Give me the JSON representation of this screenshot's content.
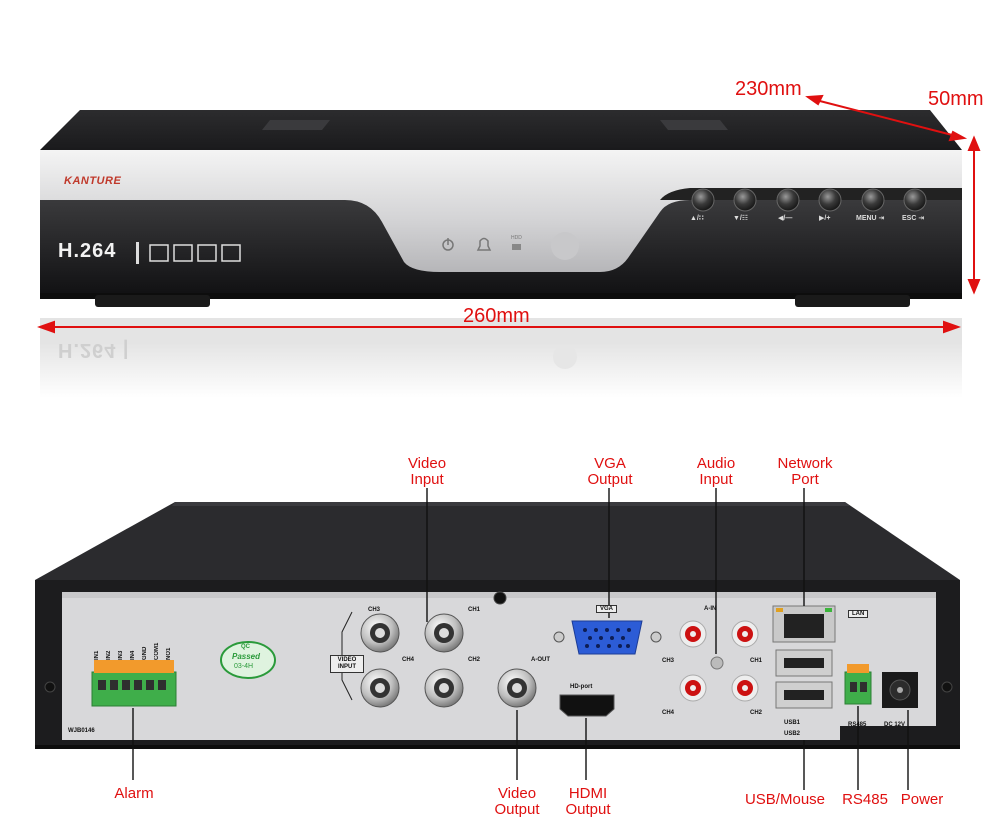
{
  "front": {
    "brand": "KANTURE",
    "codec": "H.264",
    "hdd": "HDD",
    "buttons": [
      {
        "name": "up",
        "label": "▲/∷"
      },
      {
        "name": "down",
        "label": "▼/☷"
      },
      {
        "name": "left",
        "label": "◀/—"
      },
      {
        "name": "right",
        "label": "▶/+"
      },
      {
        "name": "menu",
        "label": "MENU ⇥"
      },
      {
        "name": "esc",
        "label": "ESC ⇥"
      }
    ],
    "reflection": "H.264 |"
  },
  "dimensions": {
    "depth": "230mm",
    "height": "50mm",
    "width": "260mm"
  },
  "rear": {
    "vga": "VGA",
    "a_in": "A-IN",
    "lan": "LAN",
    "a_out": "A-OUT",
    "hd_port": "HD-port",
    "video_input": "VIDEO INPUT",
    "ch3": "CH3",
    "ch1": "CH1",
    "ch4": "CH4",
    "ch2": "CH2",
    "usb1": "USB1",
    "usb2": "USB2",
    "rs485": "RS485",
    "dc12v": "DC 12V",
    "model": "WJB0146",
    "qc": "QC",
    "qc_passed": "Passed",
    "qc_code": "03-4H",
    "alarm_pins": [
      "IN1",
      "IN2",
      "IN3",
      "IN4",
      "GND",
      "COM1",
      "NO1"
    ]
  },
  "callouts": {
    "video_input": "Video Input",
    "vga_output": "VGA Output",
    "audio_input": "Audio Input",
    "network_port": "Network Port",
    "alarm": "Alarm",
    "video_output": "Video Output",
    "hdmi_output": "HDMI Output",
    "usb_mouse": "USB/Mouse",
    "rs485": "RS485",
    "power": "Power"
  },
  "colors": {
    "callout": "#e01010",
    "qc": "#2a9a3a",
    "vga_port": "#2c5cd6"
  }
}
